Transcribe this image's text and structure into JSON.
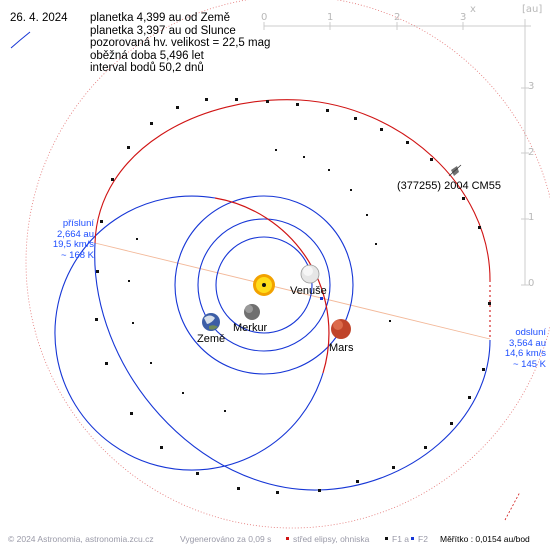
{
  "header": {
    "date": "26. 4. 2024",
    "info": [
      "planetka 4,399 au od Země",
      "planetka 3,397 au od Slunce",
      "pozorovaná hv. velikost = 22,5 mag",
      "oběžná doba 5,496 let",
      "interval bodů 50,2 dnů"
    ]
  },
  "axes": {
    "x_unit": "x",
    "y_unit": "[au]",
    "x_ticks": [
      "0",
      "1",
      "2",
      "3"
    ],
    "y_ticks": [
      "3",
      "2",
      "1",
      "0"
    ]
  },
  "asteroid": {
    "label": "(377255) 2004 CM55"
  },
  "perihelion": {
    "title": "přísluní",
    "distance": "2,664 au",
    "speed": "19,5 km/s",
    "temp": "~ 168 K"
  },
  "aphelion": {
    "title": "odsluní",
    "distance": "3,564 au",
    "speed": "14,6 km/s",
    "temp": "~ 145 K"
  },
  "planets": {
    "venus": "Venuše",
    "mercury": "Merkur",
    "earth": "Země",
    "mars": "Mars"
  },
  "footer": {
    "copyright": "© 2024 Astronomia, astronomia.zcu.cz",
    "generated": "Vygenerováno za 0,09 s",
    "legend_center": "střed elipsy, ohniska",
    "legend_f1": "F1 a",
    "legend_f2": "F2",
    "scale": "Měřítko : 0,0154 au/bod"
  },
  "colors": {
    "orbit_blue": "#1636d6",
    "orbit_red": "#d01414",
    "apsis_line": "#f0b090",
    "grid": "#c8c8c8",
    "label_blue": "#1f4fff"
  },
  "icons": [
    "sun-icon",
    "venus-icon",
    "mercury-icon",
    "earth-icon",
    "mars-icon",
    "asteroid-icon"
  ]
}
